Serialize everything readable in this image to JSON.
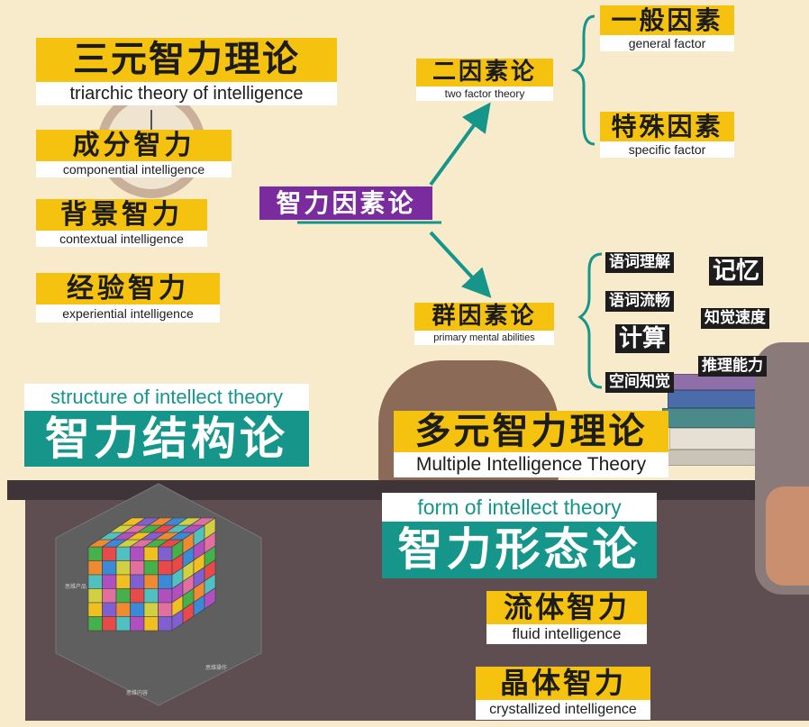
{
  "triarchic": {
    "title_cn": "三元智力理论",
    "title_en": "triarchic theory of intelligence",
    "items": [
      {
        "cn": "成分智力",
        "en": "componential intelligence"
      },
      {
        "cn": "背景智力",
        "en": "contextual intelligence"
      },
      {
        "cn": "经验智力",
        "en": "experiential intelligence"
      }
    ]
  },
  "factor_theory": {
    "title_cn": "智力因素论"
  },
  "two_factor": {
    "cn": "二因素论",
    "en": "two factor theory",
    "general": {
      "cn": "一般因素",
      "en": "general factor"
    },
    "specific": {
      "cn": "特殊因素",
      "en": "specific factor"
    }
  },
  "pma": {
    "cn": "群因素论",
    "en": "primary mental abilities",
    "abilities": [
      "语词理解",
      "语词流畅",
      "计算",
      "空间知觉",
      "记忆",
      "知觉速度",
      "推理能力"
    ]
  },
  "soi": {
    "en": "structure of intellect theory",
    "cn": "智力结构论"
  },
  "mi": {
    "cn": "多元智力理论",
    "en": "Multiple Intelligence Theory"
  },
  "foi": {
    "en": "form of intellect theory",
    "cn": "智力形态论",
    "fluid": {
      "cn": "流体智力",
      "en": "fluid intelligence"
    },
    "crystallized": {
      "cn": "晶体智力",
      "en": "crystallized intelligence"
    }
  },
  "colors": {
    "accent_yellow": "#f5c20f",
    "teal": "#16958b",
    "purple": "#7a2c9e",
    "desk": "#5e4e52"
  }
}
